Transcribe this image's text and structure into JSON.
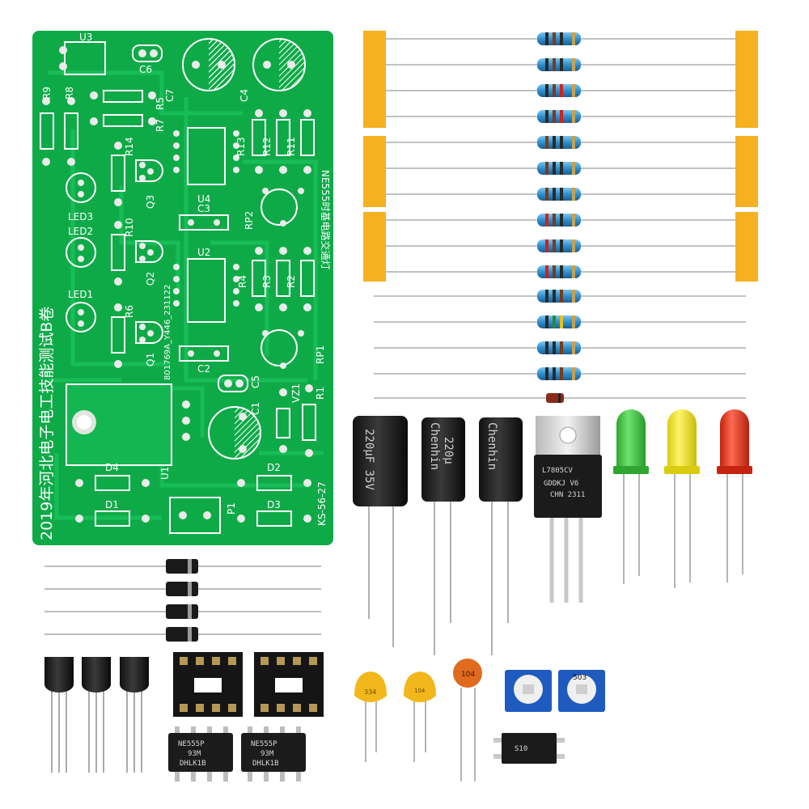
{
  "image": {
    "subject": "Electronic kit components with bare PCB"
  },
  "pcb": {
    "title_text": "2019年河北电子电工技能测试B卷",
    "side_text": "NE555时基电路交通灯",
    "code_text": "KS-56-27",
    "serial_text": "801769A_Y446_231122",
    "labels": {
      "U3": "U3",
      "C6": "C6",
      "C7": "C7",
      "C4": "C4",
      "R9": "R9",
      "R8": "R8",
      "R5": "R5",
      "R7": "R7",
      "R13": "R13",
      "R12": "R12",
      "R11": "R11",
      "R14": "R14",
      "Q3": "Q3",
      "U4": "U4",
      "C3": "C3",
      "RP2": "RP2",
      "LED3": "LED3",
      "LED2": "LED2",
      "LED1": "LED1",
      "R10": "R10",
      "Q2": "Q2",
      "U2": "U2",
      "R4": "R4",
      "R3": "R3",
      "R2": "R2",
      "R6": "R6",
      "Q1": "Q1",
      "C2": "C2",
      "RP1": "RP1",
      "C5": "C5",
      "C1": "C1",
      "VZ1": "VZ1",
      "R1": "R1",
      "U1": "U1",
      "D4": "D4",
      "D2": "D2",
      "D1": "D1",
      "D3": "D3",
      "P1": "P1"
    }
  },
  "capacitors": {
    "cap1_text": "220μF 35V",
    "cap2_text": "220μ",
    "brand": "Chenhin"
  },
  "regulator": {
    "line1": "L7805CV",
    "line2": "GDDKJ V6",
    "line3": "CHN 2311"
  },
  "leds": [
    "green",
    "yellow",
    "red"
  ],
  "ceramic_caps": {
    "c1": "334",
    "c2": "104",
    "c3": "104"
  },
  "trimmers": {
    "t2": "503"
  },
  "ic_chips": {
    "line1": "NE555P",
    "line2": "93M",
    "line3": "DHLK1B"
  },
  "bridge": {
    "text": "S10"
  },
  "colors": {
    "pcb_green": "#0faa48",
    "pcb_trace": "#12b94f",
    "tape": "#f6b120",
    "resistor_body": "#3fa0d8",
    "led_green": "#39c23a",
    "led_yellow": "#f1e41a",
    "led_red": "#e8311c"
  }
}
